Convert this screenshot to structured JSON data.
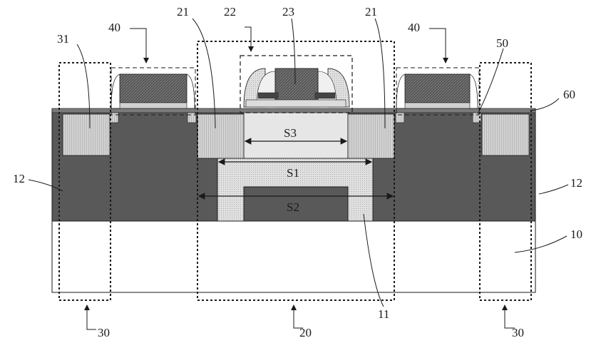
{
  "labels": {
    "region_20": "20",
    "region_21_left": "21",
    "region_21_right": "21",
    "gate_22": "22",
    "gate_23": "23",
    "region_30_left": "30",
    "region_30_right": "30",
    "region_31": "31",
    "gate_40_left": "40",
    "gate_40_right": "40",
    "layer_50": "50",
    "layer_60": "60",
    "substrate_10": "10",
    "trench_11": "11",
    "layer_12_left": "12",
    "layer_12_right": "12"
  },
  "dimensions": {
    "s1": "S1",
    "s2": "S2",
    "s3": "S3"
  },
  "colors": {
    "dark_fill": "#595959",
    "light_fill": "#d9d9d9",
    "medium_fill": "#c8c8c8",
    "outline": "#1a1a1a"
  }
}
